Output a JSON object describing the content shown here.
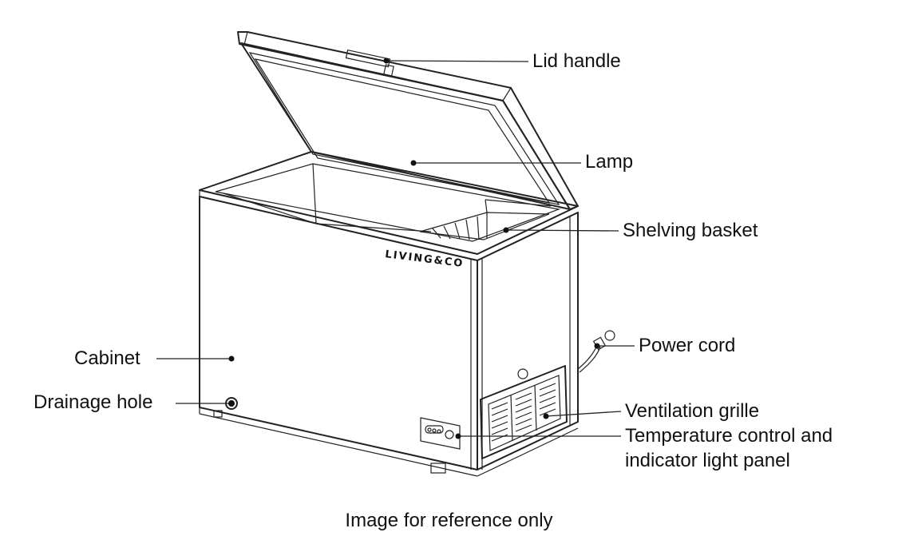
{
  "labels": {
    "lid_handle": "Lid handle",
    "lamp": "Lamp",
    "shelving_basket": "Shelving basket",
    "power_cord": "Power cord",
    "cabinet": "Cabinet",
    "drainage_hole": "Drainage hole",
    "ventilation_grille": "Ventilation grille",
    "temperature_panel_line1": "Temperature control and",
    "temperature_panel_line2": "indicator light panel"
  },
  "brand": "LIVING&CO",
  "caption": "Image for reference only"
}
